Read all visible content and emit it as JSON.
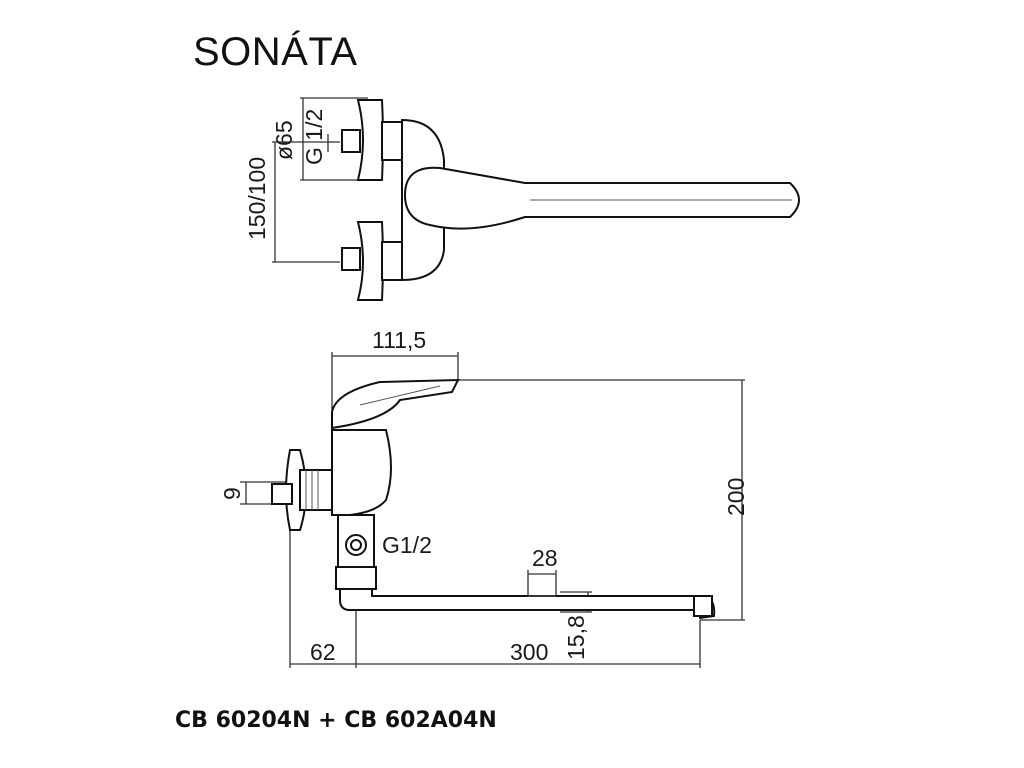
{
  "title": "SONÁTA",
  "model": "CB 60204N + CB 602A04N",
  "dimensions": {
    "dia_65": "ø65",
    "thread_top": "G 1/2",
    "spacing": "150/100",
    "width_111": "111,5",
    "height_200": "200",
    "dim_9": "9",
    "thread_side": "G1/2",
    "dim_28": "28",
    "dim_15": "15,8",
    "dim_62": "62",
    "dim_300": "300"
  },
  "colors": {
    "line": "#111111",
    "background": "#ffffff"
  }
}
